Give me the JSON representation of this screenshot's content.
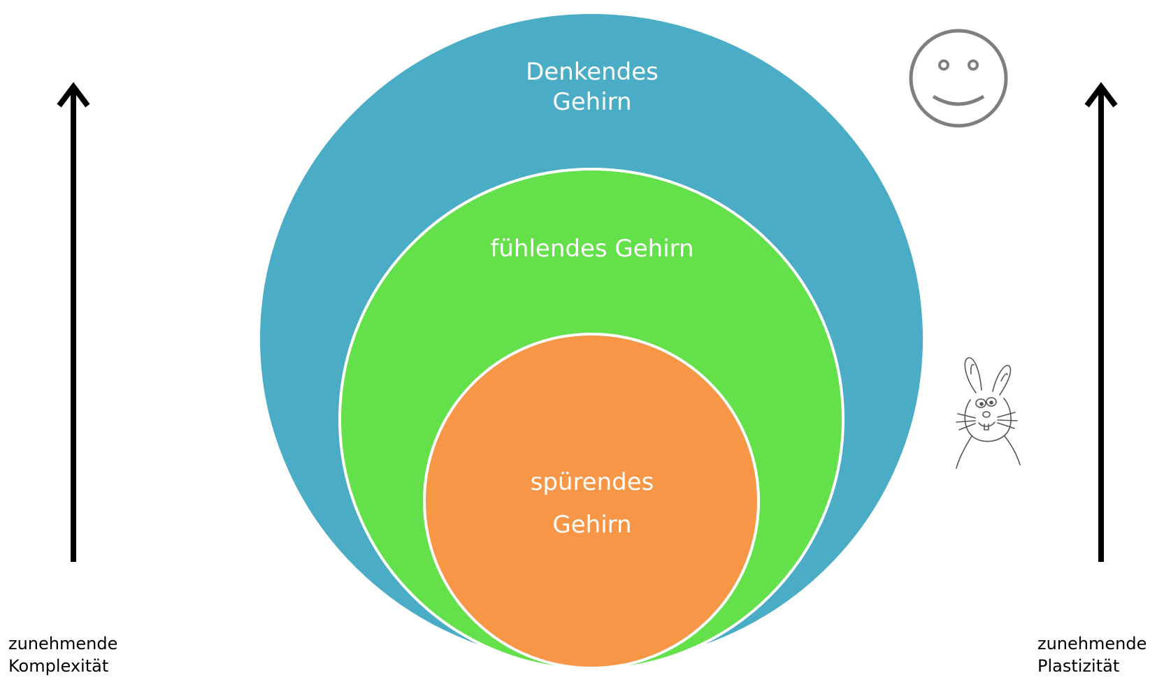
{
  "diagram": {
    "circles": {
      "outer": {
        "line1": "Denkendes",
        "line2": "Gehirn",
        "color": "#4BACC6"
      },
      "middle": {
        "line1": "fühlendes Gehirn",
        "color": "#63E04A"
      },
      "inner": {
        "line1": "spürendes",
        "line2": "Gehirn",
        "color": "#F79646"
      }
    },
    "left_axis": {
      "line1": "zunehmende",
      "line2": "Komplexität"
    },
    "right_axis": {
      "line1": "zunehmende",
      "line2": "Plastizität"
    },
    "icons": {
      "top_right": "smiley-face-icon",
      "bottom_right": "rabbit-sketch-icon"
    },
    "colors": {
      "arrow": "#000000",
      "smiley_stroke": "#7f7f7f",
      "circle_border": "#ffffff"
    }
  }
}
